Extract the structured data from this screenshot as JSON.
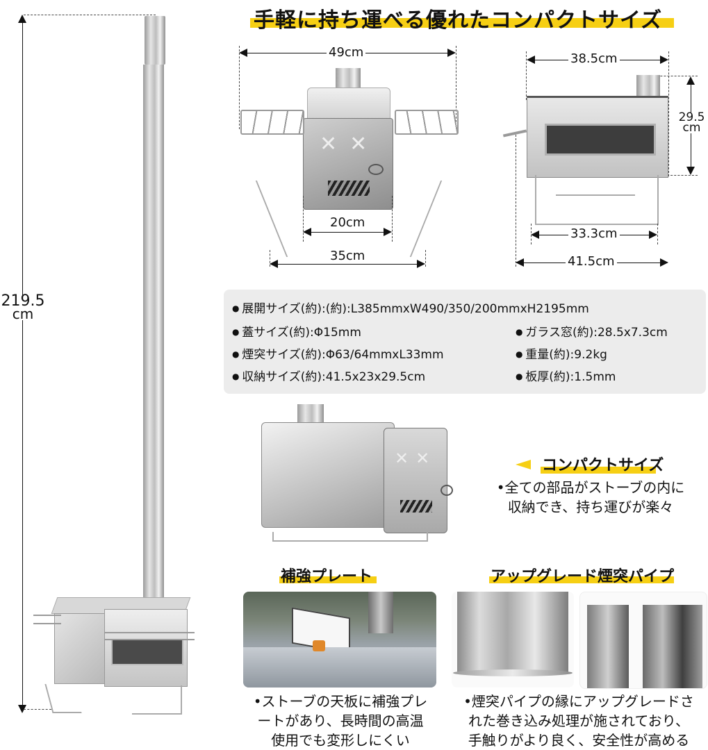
{
  "header": {
    "title": "手軽に持ち運べる優れたコンパクトサイズ",
    "highlight_color": "#f6cf14"
  },
  "left_figure": {
    "height_label_value": "219.5",
    "height_label_unit": "cm"
  },
  "front_view": {
    "width_top": "49cm",
    "body_width": "20cm",
    "leg_span": "35cm"
  },
  "side_view": {
    "top_width": "38.5cm",
    "height_value": "29.5",
    "height_unit": "cm",
    "leg_width": "33.3cm",
    "total_width": "41.5cm"
  },
  "specs": {
    "background": "#ececec",
    "items": [
      {
        "label": "展開サイズ(約):(約):L385mmxW490/350/200mmxH2195mm"
      },
      {
        "label": "蓋サイズ(約):Φ15mm"
      },
      {
        "label": "ガラス窓(約):28.5x7.3cm"
      },
      {
        "label": "煙突サイズ(約):Φ63/64mmxL33mm"
      },
      {
        "label": "重量(約):9.2kg"
      },
      {
        "label": "収納サイズ(約):41.5x23x29.5cm"
      },
      {
        "label": "板厚(約):1.5mm"
      }
    ]
  },
  "compact_feature": {
    "title": "コンパクトサイズ",
    "arrow_icon": "yellow-left-arrow",
    "lines": [
      "•全ての部品がストーブの内に",
      "収納でき、持ち運びが楽々"
    ]
  },
  "features": [
    {
      "title": "補強プレート",
      "lines": [
        "•ストーブの天板に補強プレ",
        "ートがあり、長時間の高温",
        "使用でも変形しにくい"
      ]
    },
    {
      "title": "アップグレード煙突パイプ",
      "lines": [
        "•煙突パイプの縁にアップグレードさ",
        "れた巻き込み処理が施されており、",
        "手触りがより良く、安全性が高める"
      ]
    }
  ]
}
